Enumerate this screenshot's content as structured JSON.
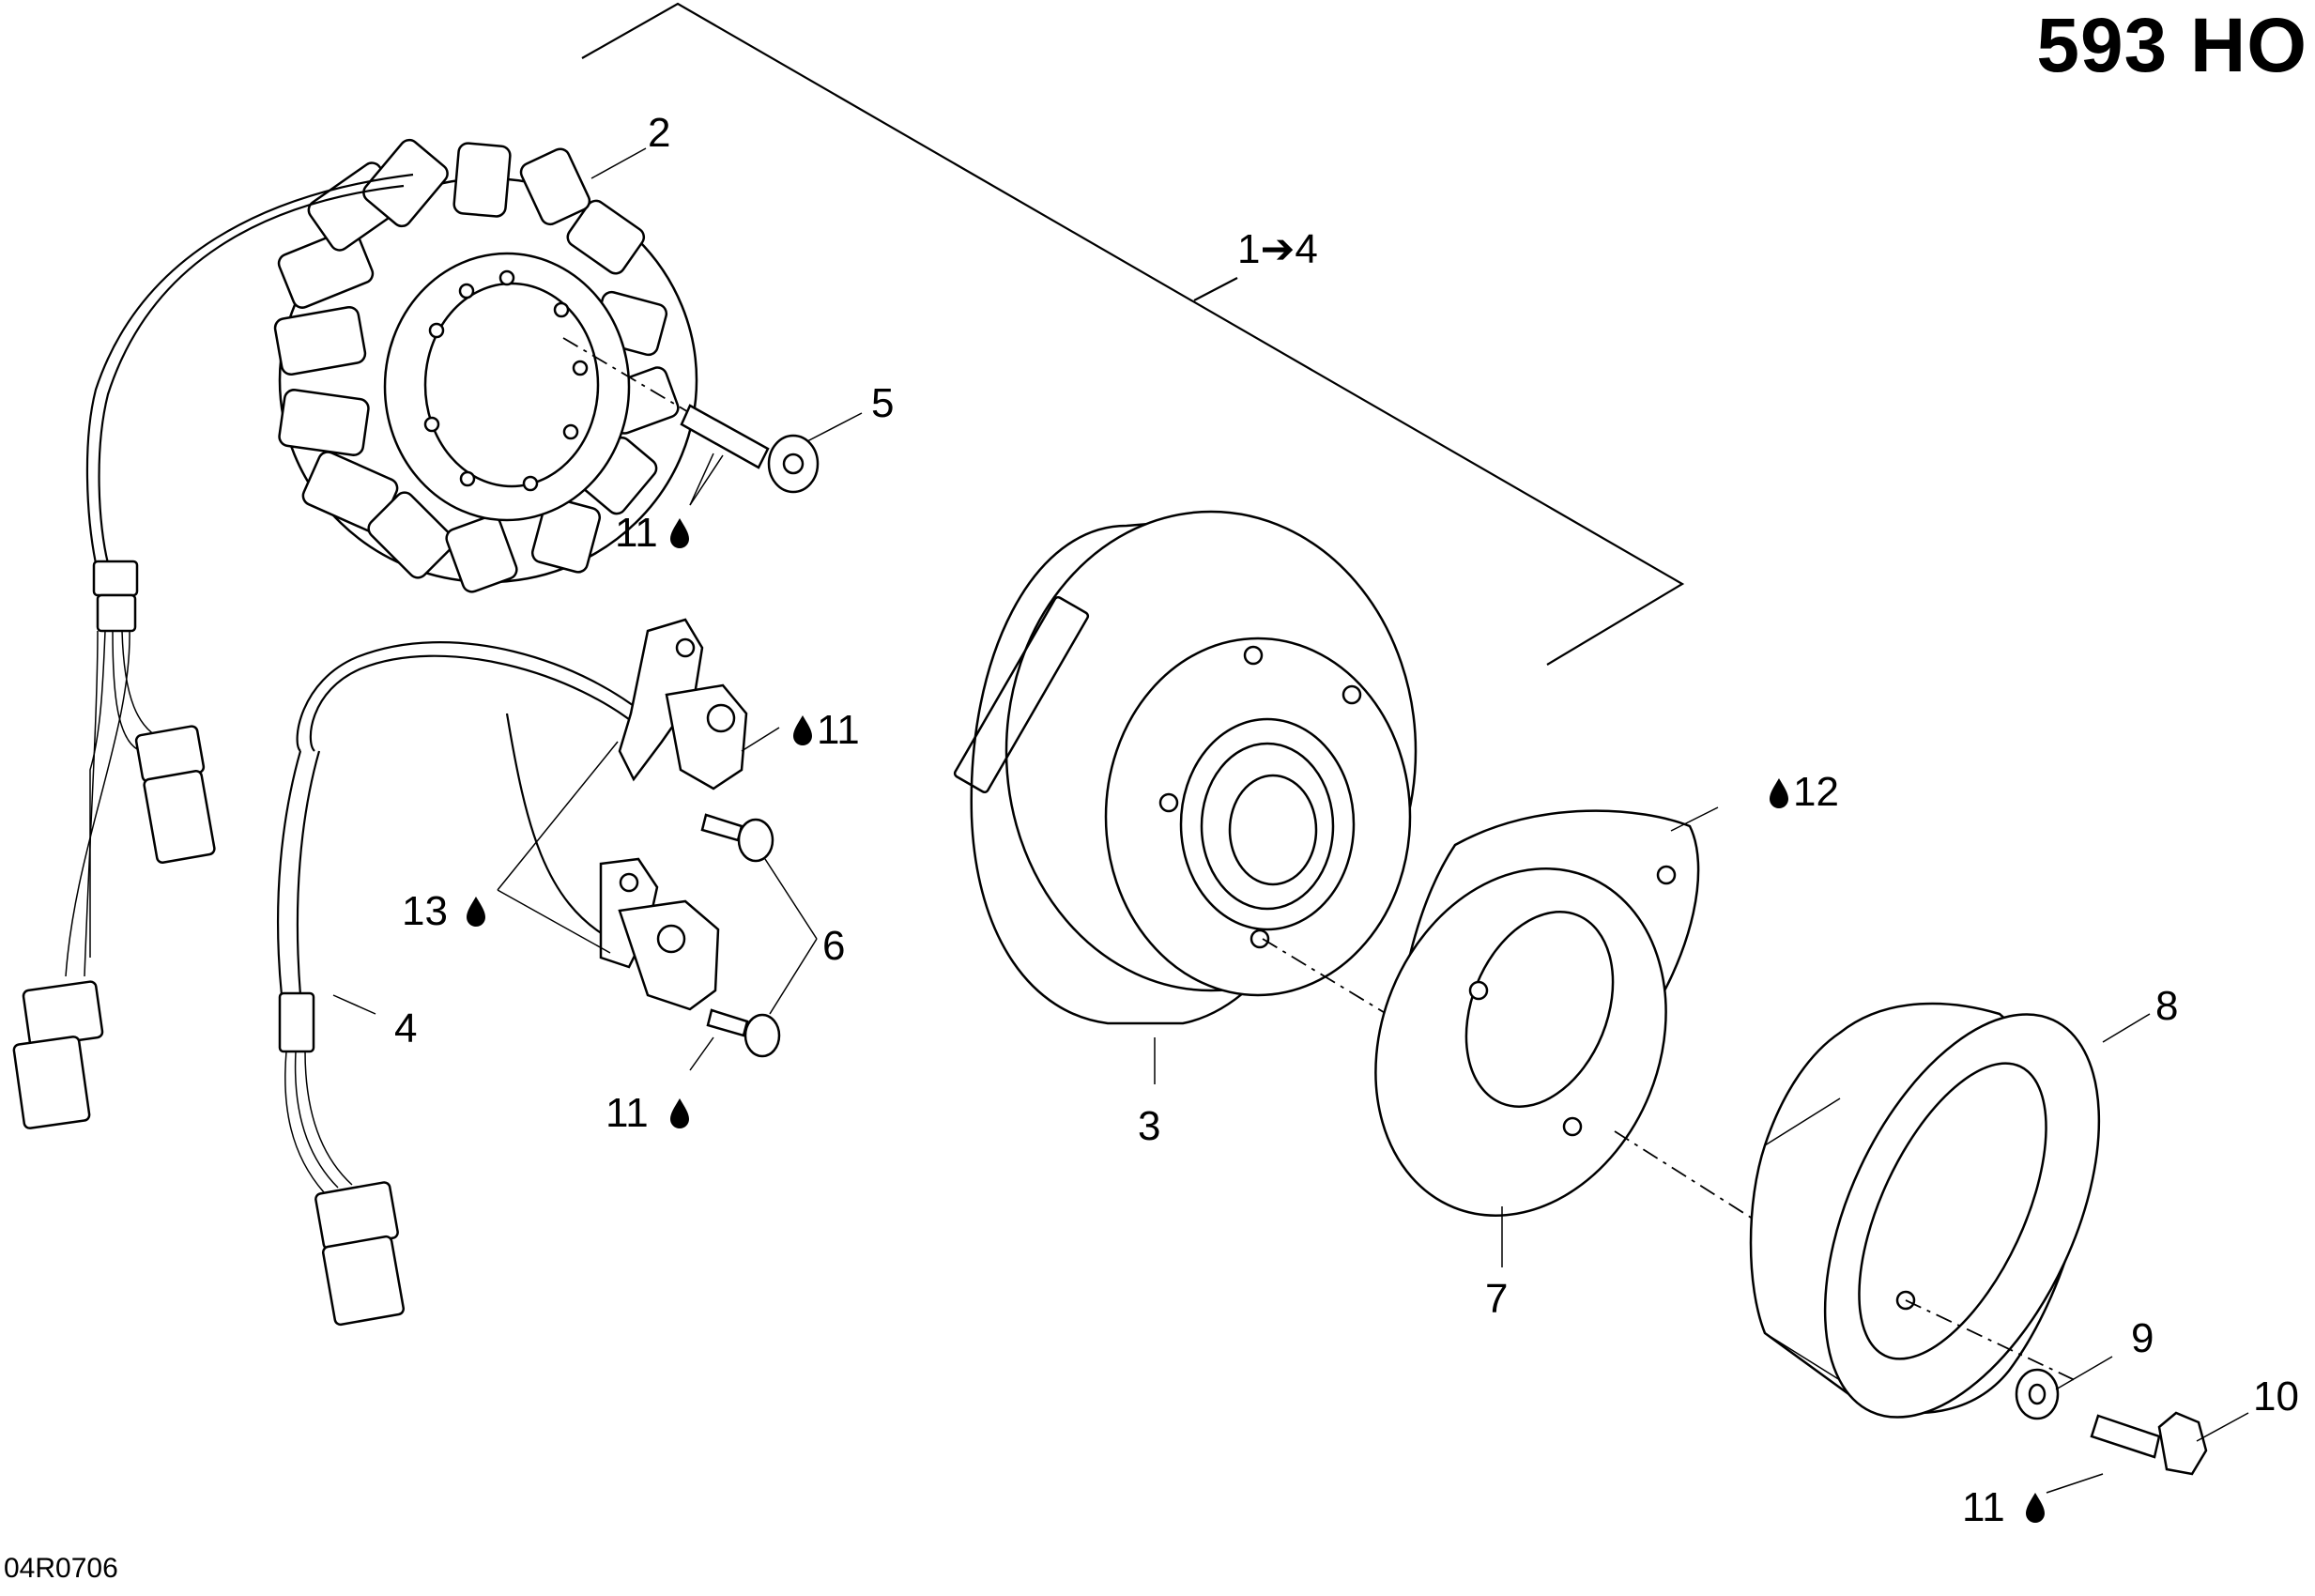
{
  "diagram_title": "593 HO",
  "figure_code": "04R0706",
  "callouts": {
    "c1_4": {
      "number": "1",
      "arrow": "➔",
      "to": "4"
    },
    "c2": {
      "number": "2"
    },
    "c3": {
      "number": "3"
    },
    "c4": {
      "number": "4"
    },
    "c5": {
      "number": "5"
    },
    "c6": {
      "number": "6"
    },
    "c7": {
      "number": "7"
    },
    "c8": {
      "number": "8"
    },
    "c9": {
      "number": "9"
    },
    "c10": {
      "number": "10"
    },
    "lube_11_a": {
      "number": "11",
      "icon": "drop-icon"
    },
    "lube_11_b": {
      "number": "11",
      "icon": "drop-icon"
    },
    "lube_11_c": {
      "number": "11",
      "icon": "drop-icon"
    },
    "lube_11_d": {
      "number": "11",
      "icon": "drop-icon"
    },
    "lube_12": {
      "number": "12",
      "icon": "drop-icon"
    },
    "lube_13": {
      "number": "13",
      "icon": "drop-icon"
    }
  }
}
